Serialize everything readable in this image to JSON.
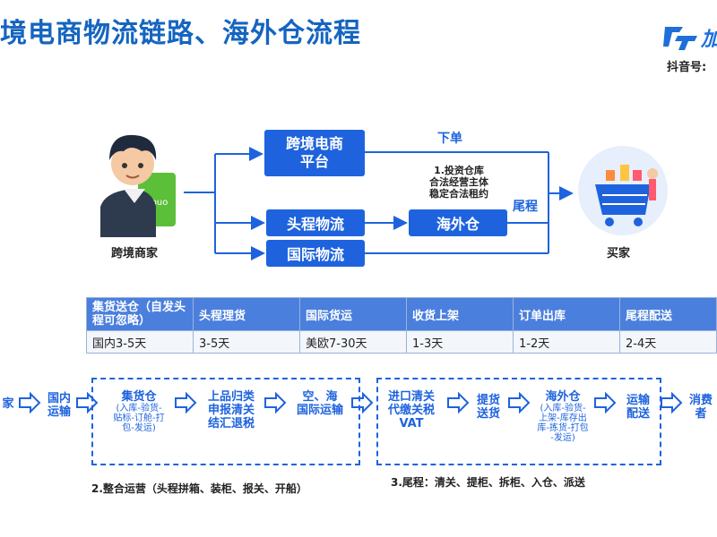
{
  "header": {
    "title": "境电商物流链路、海外仓流程",
    "logo_text": "加",
    "douyin_label": "抖音号:"
  },
  "diagram": {
    "merchant_label": "跨境商家",
    "bag_text": "Kouo",
    "buyer_label": "买家",
    "platform": "跨境电商\n平台",
    "platform_line1": "跨境电商",
    "platform_line2": "平台",
    "head_logistics": "头程物流",
    "intl_logistics": "国际物流",
    "overseas_warehouse": "海外仓",
    "order_label": "下单",
    "tail_label": "尾程",
    "invest_line1": "1.投资仓库",
    "invest_line2": "合法经营主体",
    "invest_line3": "稳定合法租约"
  },
  "table": {
    "headers": [
      "集货送仓（自发头程可忽略）",
      "头程理货",
      "国际货运",
      "收货上架",
      "订单出库",
      "尾程配送"
    ],
    "values": [
      "国内3-5天",
      "3-5天",
      "美欧7-30天",
      "1-3天",
      "1-2天",
      "2-4天"
    ]
  },
  "flow": {
    "seller_partial": "家",
    "domestic": "国内\n运输",
    "domestic_l1": "国内",
    "domestic_l2": "运输",
    "consolidation": "集货仓",
    "consolidation_sub_l1": "(入库-验货-",
    "consolidation_sub_l2": "贴标-订舱-打",
    "consolidation_sub_l3": "包-发运)",
    "listing_l1": "上品归类",
    "listing_l2": "申报清关",
    "listing_l3": "结汇退税",
    "transport_l1": "空、海",
    "transport_l2": "国际运输",
    "import_l1": "进口清关",
    "import_l2": "代缴关税",
    "import_l3": "VAT",
    "pickup_l1": "提货",
    "pickup_l2": "送货",
    "overseas": "海外仓",
    "overseas_sub_l1": "(入库-验货-",
    "overseas_sub_l2": "上架-库存出",
    "overseas_sub_l3": "库-拣货-打包",
    "overseas_sub_l4": "-发运)",
    "delivery_l1": "运输",
    "delivery_l2": "配送",
    "consumer_l1": "消费",
    "consumer_l2": "者",
    "caption_left": "2.整合运营（头程拼箱、装柜、报关、开船）",
    "caption_right": "3.尾程：清关、提柜、拆柜、入仓、派送"
  },
  "colors": {
    "primary": "#1e63dd",
    "title": "#1565c0",
    "table_header": "#4a7fdd"
  }
}
